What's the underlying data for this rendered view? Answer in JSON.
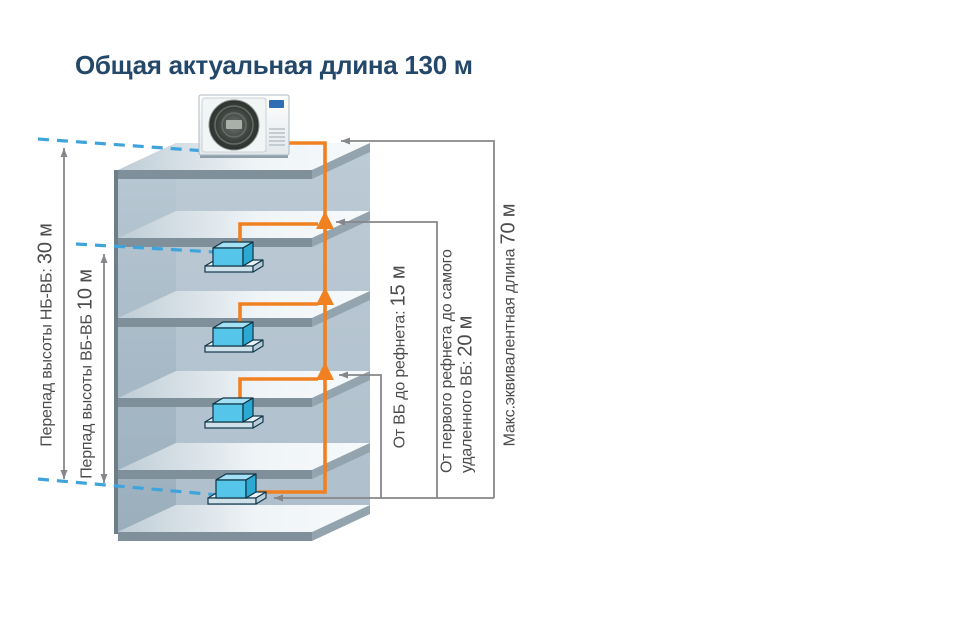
{
  "title": "Общая актуальная длина 130 м",
  "measurements": {
    "height_outdoor_indoor": {
      "label": "Перепад высоты НБ-ВБ:",
      "value": "30 м"
    },
    "height_indoor_indoor": {
      "label": "Перпад высоты ВБ-ВБ",
      "value": "10 м"
    },
    "indoor_to_refnet": {
      "label": "От ВБ до рефнета:",
      "value": "15 м"
    },
    "refnet_to_farthest": {
      "label": "От первого рефнета до самого удаленного ВБ:",
      "value": "20 м"
    },
    "max_equivalent": {
      "label": "Макс.эквивалентная длина",
      "value": "70 м"
    }
  },
  "colors": {
    "title_navy": "#24486A",
    "label_gray": "#4B4C4E",
    "pipe_orange": "#F08020",
    "leader_gray": "#85878A",
    "level_line_blue": "#3FA4DC",
    "indoor_unit_blue": "#55C6E9",
    "building_wall": "#AFC0CC"
  }
}
